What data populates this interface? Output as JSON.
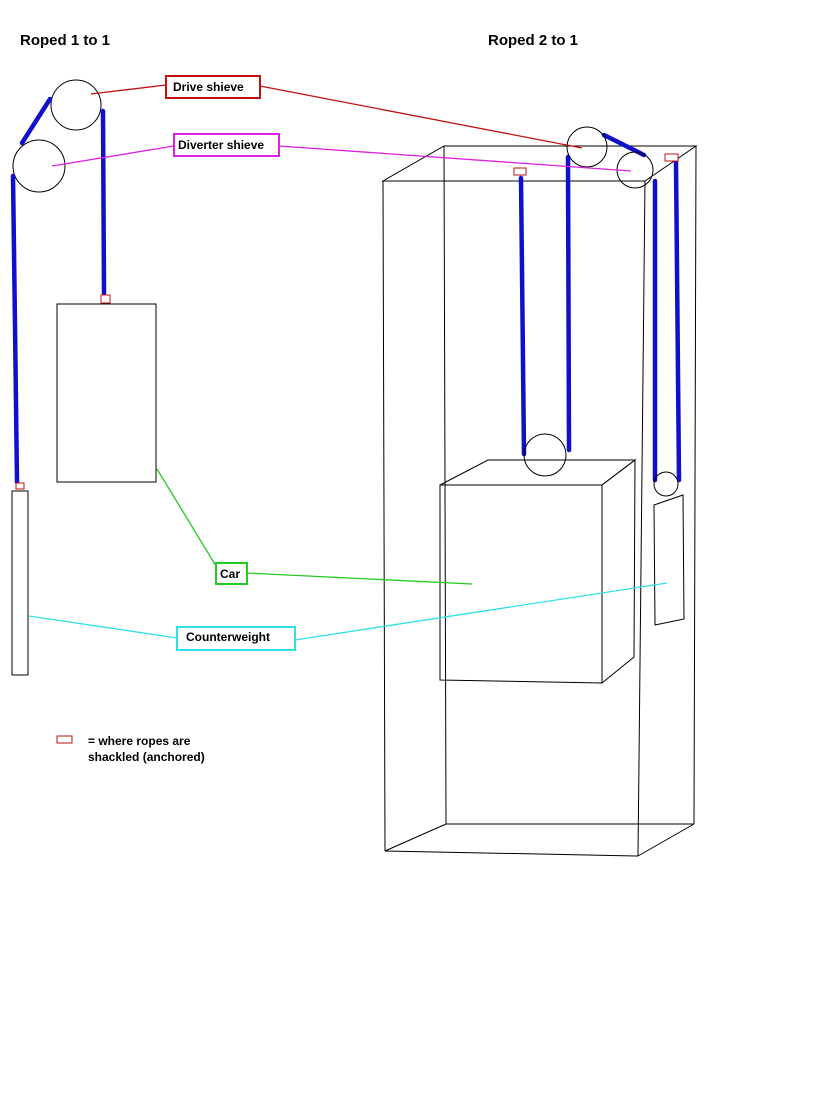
{
  "titles": {
    "left": "Roped 1 to 1",
    "right": "Roped 2 to 1"
  },
  "labels": {
    "drive_shieve": "Drive shieve",
    "diverter_shieve": "Diverter shieve",
    "car": "Car",
    "counterweight": "Counterweight"
  },
  "legend": {
    "line1": "= where ropes are",
    "line2": "shackled (anchored)"
  },
  "colors": {
    "drive_shieve": "#c01010",
    "diverter_shieve": "#e020e0",
    "car": "#20cc20",
    "counterweight": "#30e0e8",
    "rope": "#1010cc",
    "shackle": "#c01010"
  }
}
